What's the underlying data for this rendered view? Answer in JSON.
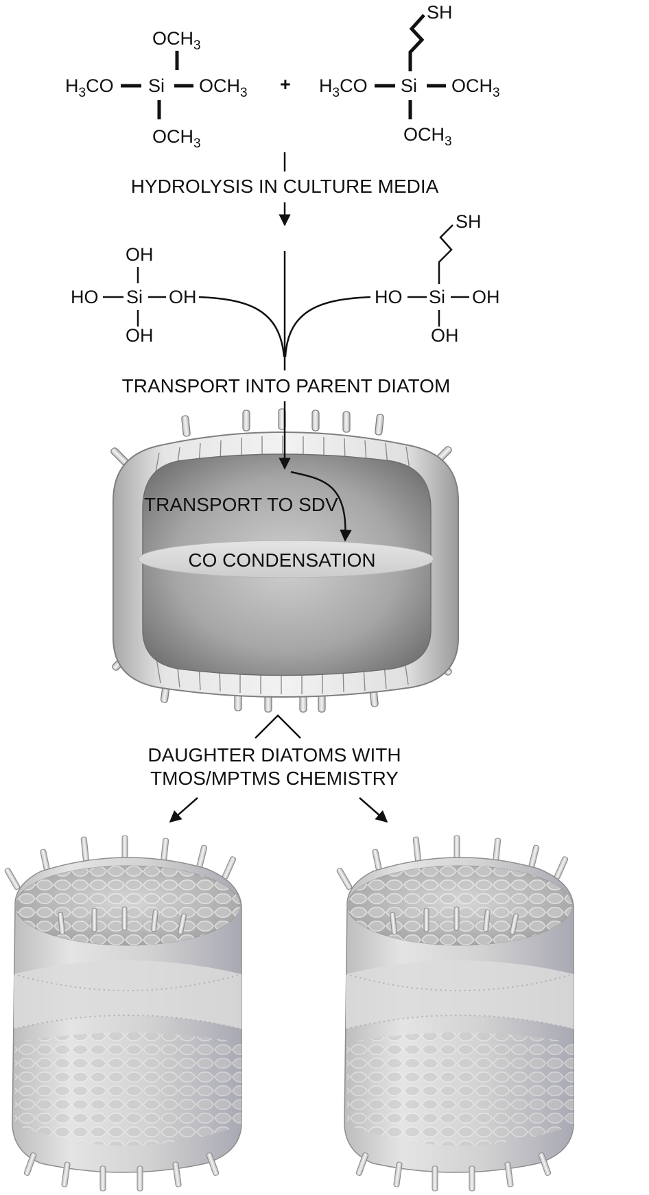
{
  "tmos": {
    "top": "OCH",
    "left": "H",
    "left_rest": "CO",
    "center": "Si",
    "right": "OCH",
    "bottom": "OCH",
    "sub3": "3"
  },
  "plus": "+",
  "mptms": {
    "thiol": "SH",
    "left": "H",
    "left_rest": "CO",
    "center": "Si",
    "right": "OCH",
    "bottom": "OCH",
    "sub3": "3"
  },
  "hydrolysis_label": "HYDROLYSIS IN CULTURE MEDIA",
  "silicic_acid": {
    "top": "OH",
    "left": "HO",
    "center": "Si",
    "right": "OH",
    "bottom": "OH"
  },
  "thiol_silanol": {
    "thiol": "SH",
    "left": "HO",
    "center": "Si",
    "right": "OH",
    "bottom": "OH"
  },
  "transport_parent_label": "TRANSPORT INTO PARENT DIATOM",
  "transport_sdv_label": "TRANSPORT TO SDV",
  "condensation_label": "CO CONDENSATION",
  "daughter_label": [
    "DAUGHTER DIATOMS WITH",
    "TMOS/MPTMS CHEMISTRY"
  ],
  "colors": {
    "ink": "#111111",
    "shell_light": "#d9d9d9",
    "shell_dark": "#8f8f8f",
    "interior": "#9a9a9a",
    "sdv_band": "#d6d6d6"
  }
}
